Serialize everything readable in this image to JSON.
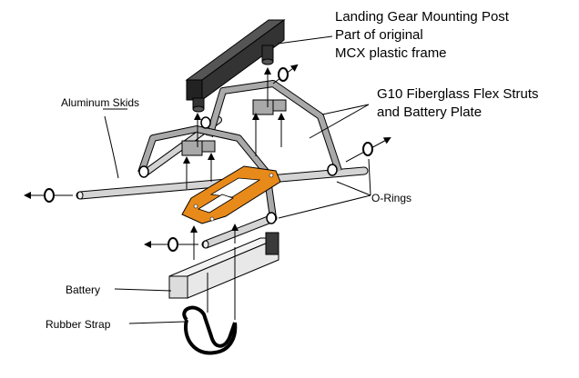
{
  "labels": {
    "mounting_post_line1": "Landing Gear Mounting Post",
    "mounting_post_line2": "Part of original",
    "mounting_post_line3": "MCX plastic frame",
    "struts_line1": "G10 Fiberglass Flex Struts",
    "struts_line2": "and Battery Plate",
    "aluminum_skids": "Aluminum Skids",
    "o_rings": "O-Rings",
    "battery": "Battery",
    "rubber_strap": "Rubber Strap"
  },
  "colors": {
    "outline": "#000000",
    "post": "#333333",
    "strut": "#a9a9a9",
    "skid_tube": "#d4d4d4",
    "battery_plate": "#e88a1a",
    "battery_body": "#e0e0e0",
    "battery_end": "#3a3a3a"
  }
}
